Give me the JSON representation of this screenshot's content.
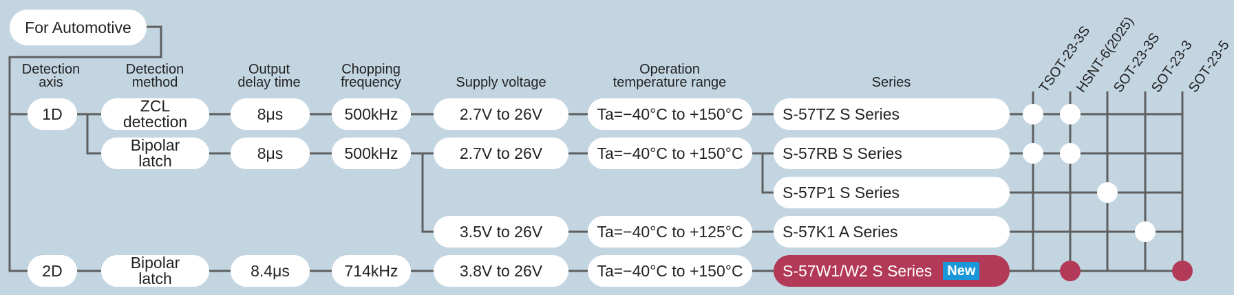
{
  "root_label": "For Automotive",
  "headers": {
    "axis": [
      "Detection",
      "axis"
    ],
    "method": [
      "Detection",
      "method"
    ],
    "delay": [
      "Output",
      "delay time"
    ],
    "chopping": [
      "Chopping",
      "frequency"
    ],
    "supply": "Supply voltage",
    "temp": [
      "Operation",
      "temperature range"
    ],
    "series": "Series"
  },
  "packages": [
    "TSOT-23-3S",
    "HSNT-6(2025)",
    "SOT-23-3S",
    "SOT-23-3",
    "SOT-23-5"
  ],
  "axes": [
    "1D",
    "2D"
  ],
  "methods": [
    {
      "l1": "ZCL",
      "l2": "detection"
    },
    {
      "l1": "Bipolar",
      "l2": "latch"
    },
    {
      "l1": "Bipolar",
      "l2": "latch"
    }
  ],
  "delays": [
    "8μs",
    "8μs",
    "8.4μs"
  ],
  "chopping": [
    "500kHz",
    "500kHz",
    "714kHz"
  ],
  "supply": [
    "2.7V to 26V",
    "2.7V to 26V",
    "3.5V to 26V",
    "3.8V to 26V"
  ],
  "temps": [
    "Ta=−40°C to +150°C",
    "Ta=−40°C to +150°C",
    "Ta=−40°C to +125°C",
    "Ta=−40°C to +150°C"
  ],
  "series": [
    "S-57TZ S Series",
    "S-57RB S Series",
    "S-57P1 S Series",
    "S-57K1 A Series",
    "S-57W1/W2 S Series"
  ],
  "new_badge": "New",
  "colors": {
    "line": "#5e5e5e",
    "background": "#c3d5e1",
    "highlight": "#b23a58",
    "badge": "#1a97d9"
  },
  "availability": [
    [
      "TSOT-23-3S",
      "HSNT-6(2025)"
    ],
    [
      "TSOT-23-3S",
      "HSNT-6(2025)"
    ],
    [
      "SOT-23-3S"
    ],
    [
      "SOT-23-3"
    ],
    [
      "HSNT-6(2025)",
      "SOT-23-5"
    ]
  ]
}
